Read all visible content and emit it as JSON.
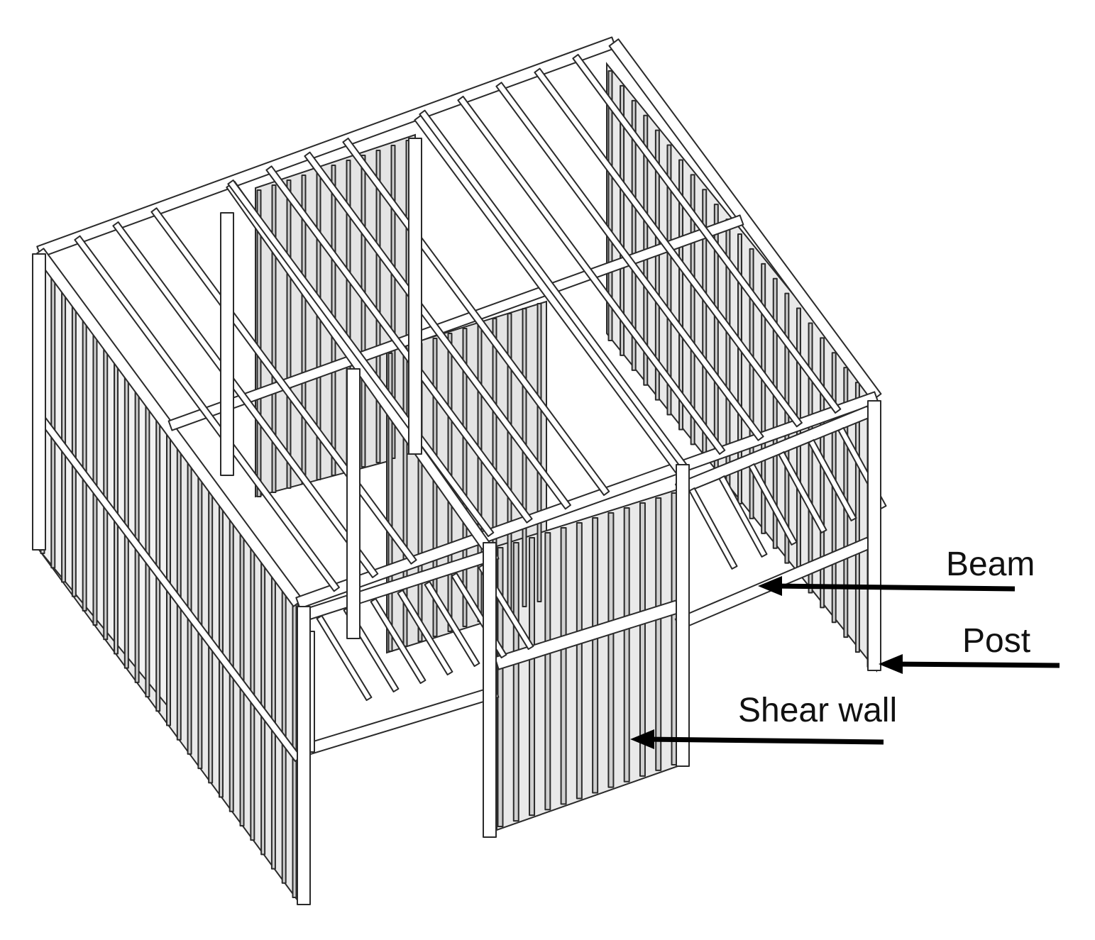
{
  "labels": {
    "beam": "Beam",
    "post": "Post",
    "shear_wall": "Shear wall"
  },
  "colors": {
    "line": "#2a2a2a",
    "member_fill": "#ffffff",
    "wall_fill": "#e9e9e9",
    "stud_fill": "#d0d0d0",
    "arrow": "#000000"
  }
}
